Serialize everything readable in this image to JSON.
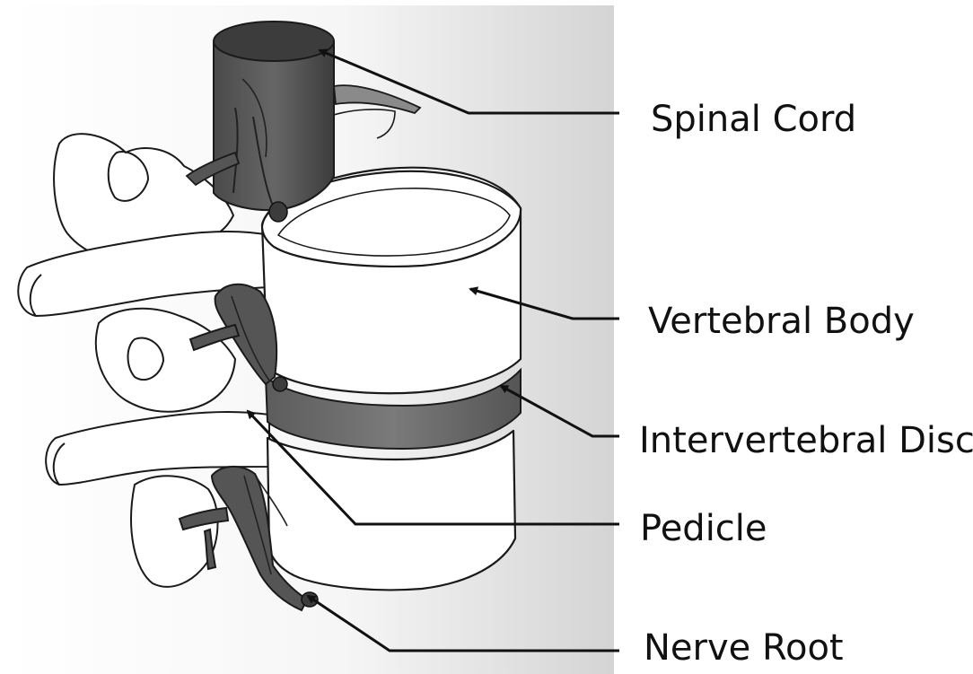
{
  "labels": {
    "spinal_cord": "Spinal Cord",
    "vertebral_body": "Vertebral Body",
    "intervertebral_disc": "Intervertebral Disc",
    "pedicle": "Pedicle",
    "nerve_root": "Nerve Root"
  },
  "colors": {
    "bone_fill": "#ffffff",
    "outline": "#1a1a1a",
    "tissue_dark": "#5a5a5a",
    "disc_dark": "#6e6e6e",
    "background_shade": "#d9d9d9"
  }
}
